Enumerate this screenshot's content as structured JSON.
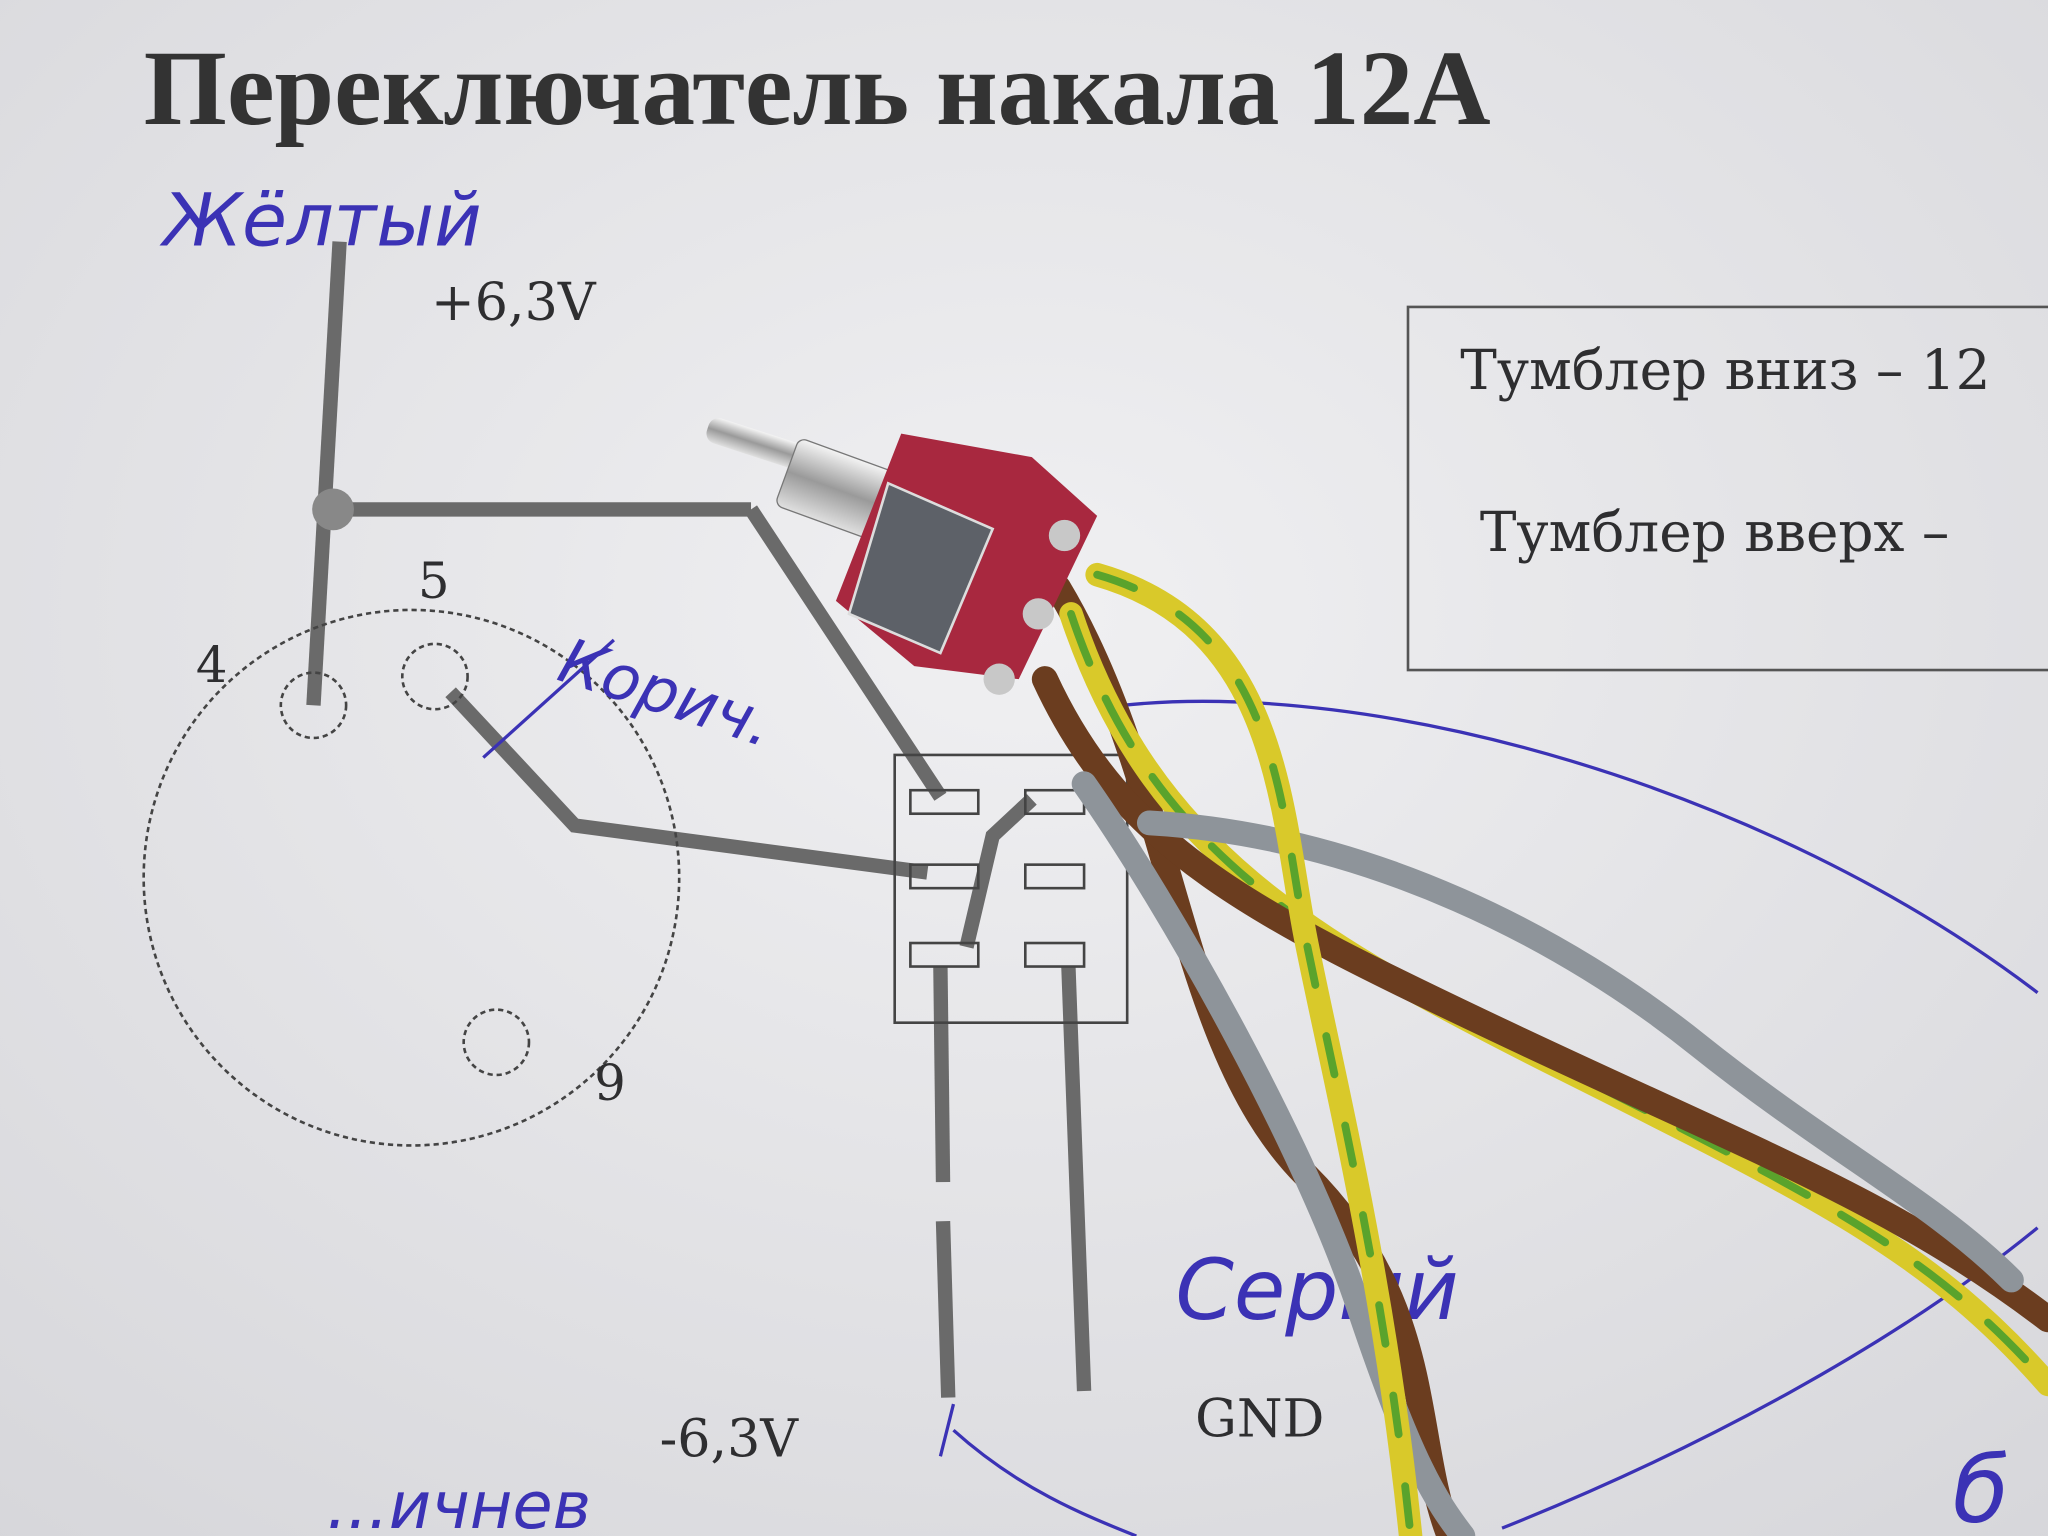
{
  "paper": {
    "title": "Переключатель накала 12А",
    "plus_label": "+6,3V",
    "minus_label": "-6,3V",
    "gnd_label": "GND",
    "pin_4": "4",
    "pin_5": "5",
    "pin_9": "9",
    "note_down": "Тумблер вниз – 12",
    "note_up": "Тумблер вверх –"
  },
  "handwriting": {
    "yellow": "Жёлтый",
    "brown": "Корич.",
    "grey": "Серый",
    "bottom": "...ичнев",
    "right": "б"
  },
  "colors": {
    "paper": "#e9e9ec",
    "ink": "#3b32b5",
    "switch_body": "#a8283f",
    "wire_brown": "#6b3d1f",
    "wire_grey": "#8e949a",
    "wire_yellow": "#d9c92a",
    "wire_green": "#5aa32c"
  }
}
